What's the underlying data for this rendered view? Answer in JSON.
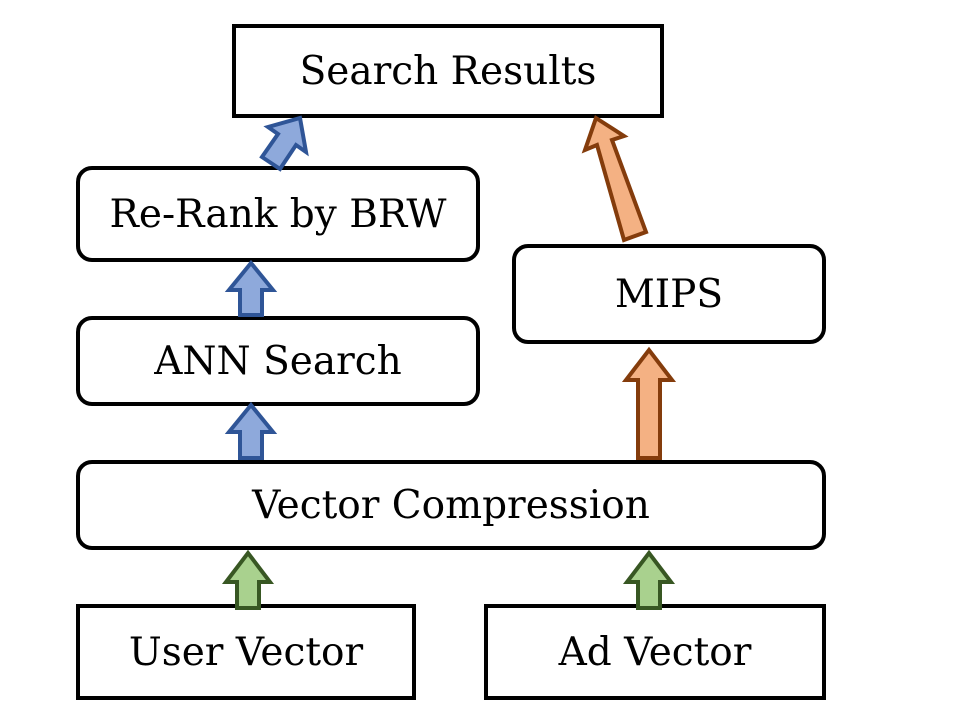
{
  "nodes": {
    "search_results": "Search Results",
    "rerank": "Re-Rank by BRW",
    "ann_search": "ANN Search",
    "mips": "MIPS",
    "vector_compression": "Vector Compression",
    "user_vector": "User Vector",
    "ad_vector": "Ad Vector"
  },
  "colors": {
    "blue_fill": "#8ea9db",
    "blue_stroke": "#2f5597",
    "orange_fill": "#f4b183",
    "orange_stroke": "#843c0c",
    "green_fill": "#a9d18e",
    "green_stroke": "#385723",
    "box_border": "#000000"
  }
}
